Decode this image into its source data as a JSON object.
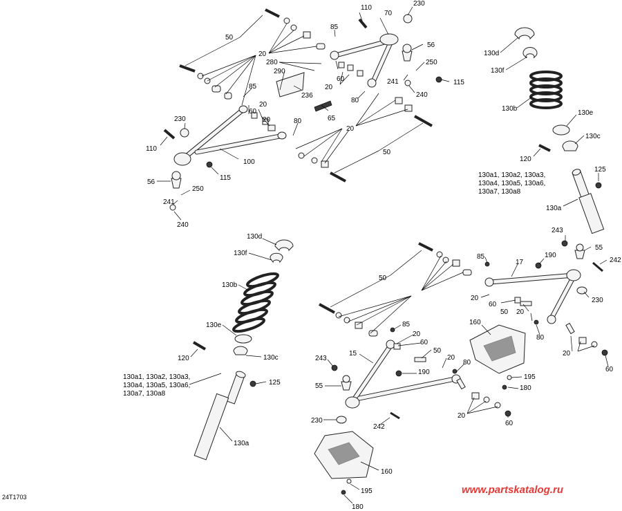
{
  "diagram_ref": "24T1703",
  "watermark": "www.partskatalog.ru",
  "colors": {
    "watermark": "#e53935",
    "line": "#000000",
    "part_fill": "#f4f4f4"
  },
  "callouts": [
    {
      "id": "50a",
      "text": "50"
    },
    {
      "id": "20a",
      "text": "20"
    },
    {
      "id": "85a",
      "text": "85"
    },
    {
      "id": "110a",
      "text": "110"
    },
    {
      "id": "70",
      "text": "70"
    },
    {
      "id": "230a",
      "text": "230"
    },
    {
      "id": "56a",
      "text": "56"
    },
    {
      "id": "250a",
      "text": "250"
    },
    {
      "id": "115a",
      "text": "115"
    },
    {
      "id": "240a",
      "text": "240"
    },
    {
      "id": "241a",
      "text": "241"
    },
    {
      "id": "280",
      "text": "280"
    },
    {
      "id": "290",
      "text": "290"
    },
    {
      "id": "236",
      "text": "236"
    },
    {
      "id": "20b",
      "text": "20"
    },
    {
      "id": "60a",
      "text": "60"
    },
    {
      "id": "80a",
      "text": "80"
    },
    {
      "id": "85b",
      "text": "85"
    },
    {
      "id": "65",
      "text": "65"
    },
    {
      "id": "20c",
      "text": "20"
    },
    {
      "id": "60b",
      "text": "60"
    },
    {
      "id": "20d",
      "text": "20"
    },
    {
      "id": "80b",
      "text": "80"
    },
    {
      "id": "230b",
      "text": "230"
    },
    {
      "id": "110b",
      "text": "110"
    },
    {
      "id": "100",
      "text": "100"
    },
    {
      "id": "20e",
      "text": "20"
    },
    {
      "id": "50b",
      "text": "50"
    },
    {
      "id": "56b",
      "text": "56"
    },
    {
      "id": "115b",
      "text": "115"
    },
    {
      "id": "250b",
      "text": "250"
    },
    {
      "id": "241b",
      "text": "241"
    },
    {
      "id": "240b",
      "text": "240"
    },
    {
      "id": "130d_r",
      "text": "130d"
    },
    {
      "id": "130f_r",
      "text": "130f"
    },
    {
      "id": "130b_r",
      "text": "130b"
    },
    {
      "id": "130e_r",
      "text": "130e"
    },
    {
      "id": "130c_r",
      "text": "130c"
    },
    {
      "id": "120_r",
      "text": "120"
    },
    {
      "id": "125_r",
      "text": "125"
    },
    {
      "id": "130a_r",
      "text": "130a"
    },
    {
      "id": "130list_r1",
      "text": "130a1, 130a2, 130a3,"
    },
    {
      "id": "130list_r2",
      "text": "130a4, 130a5, 130a6,"
    },
    {
      "id": "130list_r3",
      "text": "130a7, 130a8"
    },
    {
      "id": "243_r",
      "text": "243"
    },
    {
      "id": "55_r",
      "text": "55"
    },
    {
      "id": "242_r",
      "text": "242"
    },
    {
      "id": "190_r",
      "text": "190"
    },
    {
      "id": "85c",
      "text": "85"
    },
    {
      "id": "17",
      "text": "17"
    },
    {
      "id": "50c",
      "text": "50"
    },
    {
      "id": "20f",
      "text": "20"
    },
    {
      "id": "60c",
      "text": "60"
    },
    {
      "id": "50d",
      "text": "50"
    },
    {
      "id": "230c",
      "text": "230"
    },
    {
      "id": "20g",
      "text": "20"
    },
    {
      "id": "80c",
      "text": "80"
    },
    {
      "id": "20h",
      "text": "20"
    },
    {
      "id": "60d",
      "text": "60"
    },
    {
      "id": "160a",
      "text": "160"
    },
    {
      "id": "85d",
      "text": "85"
    },
    {
      "id": "20i",
      "text": "20"
    },
    {
      "id": "60e",
      "text": "60"
    },
    {
      "id": "50e",
      "text": "50"
    },
    {
      "id": "20j",
      "text": "20"
    },
    {
      "id": "80d",
      "text": "80"
    },
    {
      "id": "15",
      "text": "15"
    },
    {
      "id": "243_l",
      "text": "243"
    },
    {
      "id": "190_l",
      "text": "190"
    },
    {
      "id": "195a",
      "text": "195"
    },
    {
      "id": "180a",
      "text": "180"
    },
    {
      "id": "55_l",
      "text": "55"
    },
    {
      "id": "20k",
      "text": "20"
    },
    {
      "id": "60f",
      "text": "60"
    },
    {
      "id": "230d",
      "text": "230"
    },
    {
      "id": "242_l",
      "text": "242"
    },
    {
      "id": "160b",
      "text": "160"
    },
    {
      "id": "195b",
      "text": "195"
    },
    {
      "id": "180b",
      "text": "180"
    },
    {
      "id": "130d_l",
      "text": "130d"
    },
    {
      "id": "130f_l",
      "text": "130f"
    },
    {
      "id": "130b_l",
      "text": "130b"
    },
    {
      "id": "130e_l",
      "text": "130e"
    },
    {
      "id": "130c_l",
      "text": "130c"
    },
    {
      "id": "120_l",
      "text": "120"
    },
    {
      "id": "125_l",
      "text": "125"
    },
    {
      "id": "130a_l",
      "text": "130a"
    },
    {
      "id": "130list_l1",
      "text": "130a1, 130a2, 130a3,"
    },
    {
      "id": "130list_l2",
      "text": "130a4, 130a5, 130a6,"
    },
    {
      "id": "130list_l3",
      "text": "130a7, 130a8"
    }
  ]
}
